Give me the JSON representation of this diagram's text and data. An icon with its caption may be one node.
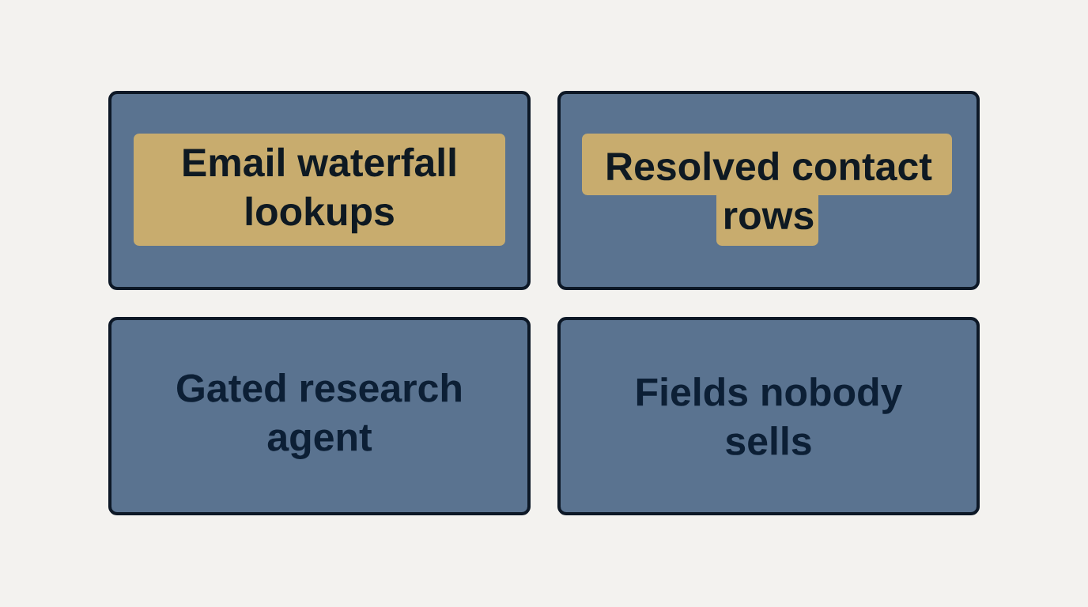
{
  "diagram": {
    "nodes": [
      {
        "text": [
          "Email waterfall lookups"
        ]
      },
      {
        "text": [
          "Resolved contact rows"
        ]
      },
      {
        "text": [
          "Gated research agent"
        ]
      },
      {
        "text": [
          "Fields nobody sells"
        ]
      }
    ]
  }
}
